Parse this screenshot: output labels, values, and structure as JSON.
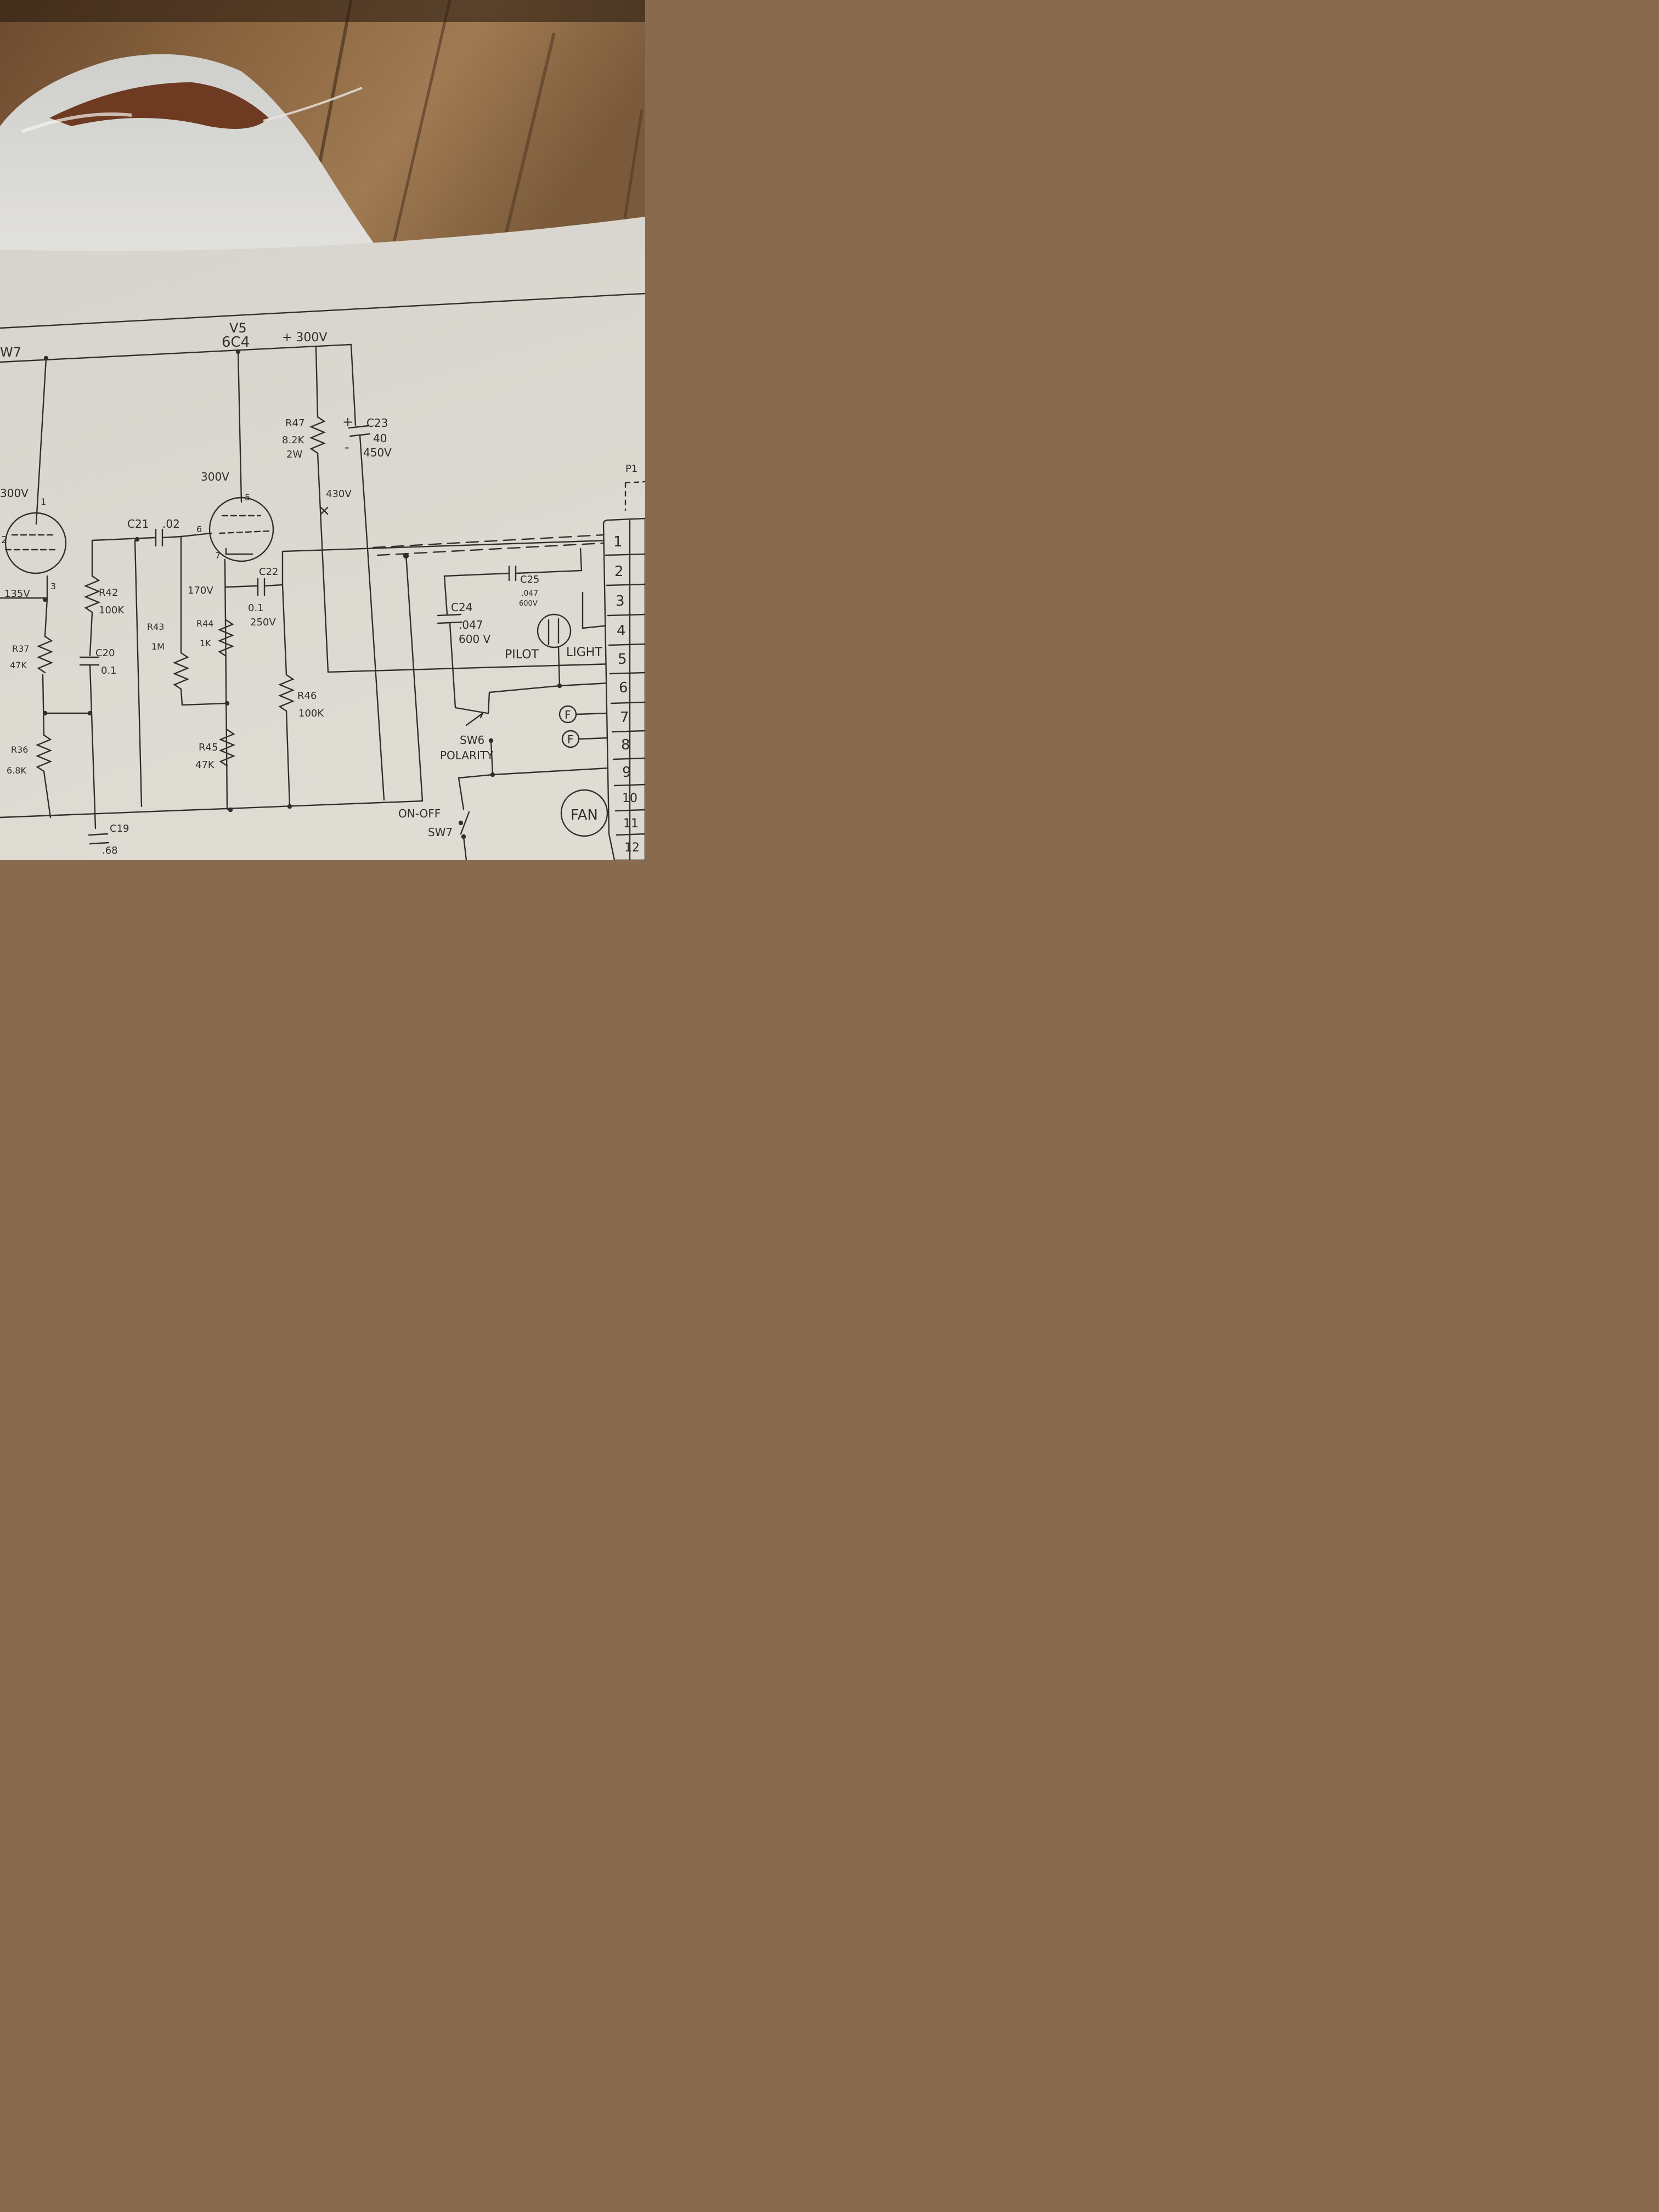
{
  "schematic": {
    "tube_v5": {
      "designator": "V5",
      "type": "6C4",
      "pins": {
        "plate": "5",
        "grid": "6",
        "cathode": "7"
      }
    },
    "tube_left": {
      "pins": {
        "p1": "1",
        "p2": "2",
        "p3": "3"
      }
    },
    "switch_w7": "W7",
    "voltages": {
      "b_plus": "+ 300V",
      "v5_plate": "300V",
      "r47_tap": "430V",
      "v5_cathode": "170V",
      "left_plate": "300V",
      "left_cathode": "135V"
    },
    "resistors": [
      {
        "ref": "R47",
        "value": "8.2K",
        "rating": "2W"
      },
      {
        "ref": "R42",
        "value": "100K"
      },
      {
        "ref": "R43",
        "value": "1M"
      },
      {
        "ref": "R44",
        "value": "1K"
      },
      {
        "ref": "R45",
        "value": "47K"
      },
      {
        "ref": "R46",
        "value": "100K"
      },
      {
        "ref": "R37",
        "value": "47K"
      },
      {
        "ref": "R36",
        "value": "6.8K"
      }
    ],
    "capacitors": [
      {
        "ref": "C23",
        "value": "40",
        "rating": "450V",
        "plus": "+",
        "minus": "-"
      },
      {
        "ref": "C21",
        "value": ".02"
      },
      {
        "ref": "C22",
        "value": "0.1",
        "rating": "250V"
      },
      {
        "ref": "C20",
        "value": "0.1"
      },
      {
        "ref": "C24",
        "value": ".047",
        "rating": "600 V"
      },
      {
        "ref": "C25",
        "value": ".047",
        "rating": "600V"
      },
      {
        "ref": "C19",
        "value": ".68"
      }
    ],
    "labels": {
      "pilot": "PILOT",
      "light": "LIGHT",
      "sw6": "SW6",
      "polarity": "POLARITY",
      "on_off": "ON-OFF",
      "sw7": "SW7",
      "fan": "FAN",
      "fuse_1": "F",
      "fuse_2": "F",
      "connector": "P1"
    },
    "terminals": [
      "1",
      "2",
      "3",
      "4",
      "5",
      "6",
      "7",
      "8",
      "9",
      "10",
      "11",
      "12"
    ]
  }
}
